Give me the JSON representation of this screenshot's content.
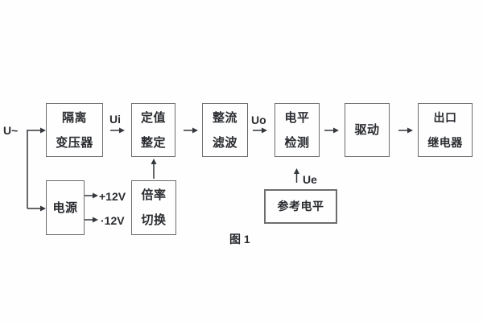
{
  "caption": "图 1",
  "source_label": "U~",
  "signals": {
    "ui": "Ui",
    "uo": "Uo",
    "ue": "Ue"
  },
  "power": {
    "positive": "+12V",
    "negative": "·12V"
  },
  "blocks": {
    "isolation_transformer": {
      "line1": "隔离",
      "line2": "变压器"
    },
    "setting": {
      "line1": "定值",
      "line2": "整定"
    },
    "rectifier_filter": {
      "line1": "整流",
      "line2": "滤波"
    },
    "level_detector": {
      "line1": "电平",
      "line2": "检测"
    },
    "driver": {
      "line1": "驱动"
    },
    "output_relay": {
      "line1": "出口",
      "line2": "继电器"
    },
    "power_supply": {
      "line1": "电源"
    },
    "ratio_switch": {
      "line1": "倍率",
      "line2": "切换"
    },
    "reference_level": {
      "line1": "参考电平"
    }
  },
  "colors": {
    "background": "#fefefe",
    "line": "#33363b",
    "box_border": "#6d6d6d",
    "text": "#2a2c30"
  }
}
